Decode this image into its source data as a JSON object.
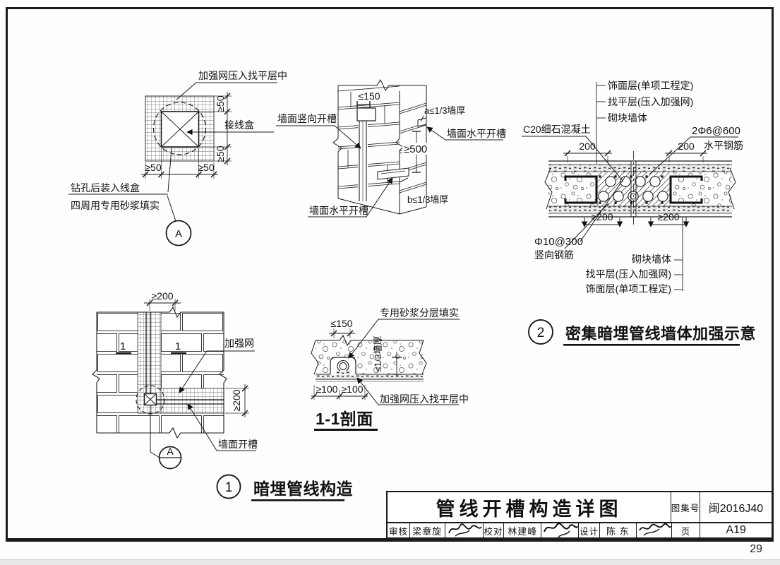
{
  "colors": {
    "line": "#1a1a1a",
    "paper": "#ffffff",
    "footer_strip": "#e9e9ec"
  },
  "page": {
    "sheet_number": "29"
  },
  "details": {
    "a": {
      "note_mesh": "加强网压入找平层中",
      "junction_box": "接线盒",
      "dim_right_top": "≥50",
      "dim_right_bottom": "≥50",
      "dim_bottom_left": "≥50",
      "dim_bottom_right": "≥50",
      "note_drill_line1": "钻孔后装入线盒",
      "note_drill_line2": "四周用专用砂浆填实",
      "bubble": "A"
    },
    "corner": {
      "dim_top": "≤150",
      "label_vertical_groove": "墙面竖向开槽",
      "note_a": "a≤1/3墙厚",
      "label_horizontal_groove_right": "墙面水平开槽",
      "dim_500": "≥500",
      "note_b": "b≤1/3墙厚",
      "label_horizontal_groove_bottom": "墙面水平开槽"
    },
    "two": {
      "bubble": "2",
      "title": "密集暗埋管线墙体加强示意",
      "finish_top": "饰面层(单项工程定)",
      "leveling_top": "找平层(压入加强网)",
      "block_top": "砌块墙体",
      "concrete": "C20细石混凝土",
      "h_rebar_spec": "2Φ6@600",
      "h_rebar_label": "水平钢筋",
      "dim_200_left": "200",
      "dim_200_right": "200",
      "dim_ge200_left": "≥200",
      "dim_ge200_right": "≥200",
      "v_rebar_spec": "Φ10@300",
      "v_rebar_label": "竖向钢筋",
      "block_bottom": "砌块墙体",
      "leveling_bottom": "找平层(压入加强网)",
      "finish_bottom": "饰面层(单项工程定)"
    },
    "one": {
      "bubble": "1",
      "title": "暗埋管线构造",
      "dim_top": "≥200",
      "section_mark_left": "1",
      "section_mark_right": "1",
      "label_mesh": "加强网",
      "dim_right": "≥200",
      "label_groove": "墙面开槽",
      "ref_bubble": "A"
    },
    "section": {
      "title": "1-1剖面",
      "note_mortar": "专用砂浆分层填实",
      "dim_top": "≤150",
      "dim_depth": "≤1/3墙厚",
      "dim_100_left": "≥100",
      "dim_100_right": "≥100",
      "note_mesh": "加强网压入找平层中"
    }
  },
  "title_block": {
    "title": "管线开槽构造详图",
    "atlas_label": "图集号",
    "atlas_number": "闽2016J40",
    "page_label": "页",
    "page_number": "A19",
    "reviewer_label": "审核",
    "reviewer_name": "梁章旋",
    "proofreader_label": "校对",
    "proofreader_name": "林建峰",
    "designer_label": "设计",
    "designer_name": "陈 东"
  }
}
